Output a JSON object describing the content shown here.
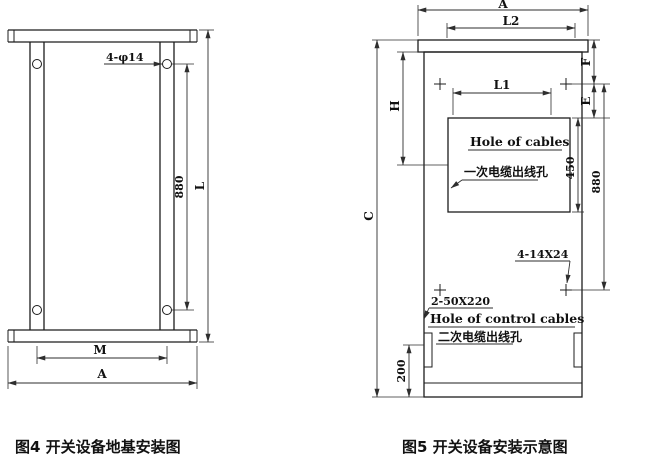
{
  "figure4": {
    "caption": "图4 开关设备地基安装图",
    "labels": {
      "hole_spec": "4-φ14",
      "dim_hole_spacing": "880",
      "dim_height": "L",
      "dim_inner_width": "M",
      "dim_width": "A"
    }
  },
  "figure5": {
    "caption": "图5 开关设备安装示意图",
    "labels": {
      "dim_width": "A",
      "dim_l2": "L2",
      "dim_l1": "L1",
      "dim_h": "H",
      "dim_c": "C",
      "dim_f": "F",
      "dim_e": "E",
      "dim_450": "450",
      "dim_880": "880",
      "dim_200": "200",
      "cable_hole_en": "Hole of cables",
      "cable_hole_cn": "一次电缆出线孔",
      "slot_spec": "4-14X24",
      "control_hole_spec": "2-50X220",
      "control_hole_en": "Hole of control cables",
      "control_hole_cn": "二次电缆出线孔"
    }
  }
}
